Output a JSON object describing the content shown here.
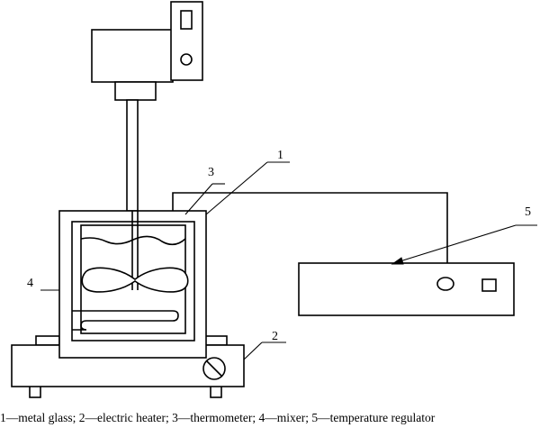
{
  "labels": {
    "metal_glass": "1",
    "electric_heater": "2",
    "thermometer": "3",
    "mixer": "4",
    "temperature_regulator": "5"
  },
  "caption": "1—metal glass; 2—electric heater; 3—thermometer; 4—mixer; 5—temperature regulator",
  "colors": {
    "stroke": "#000000",
    "background": "#ffffff"
  }
}
